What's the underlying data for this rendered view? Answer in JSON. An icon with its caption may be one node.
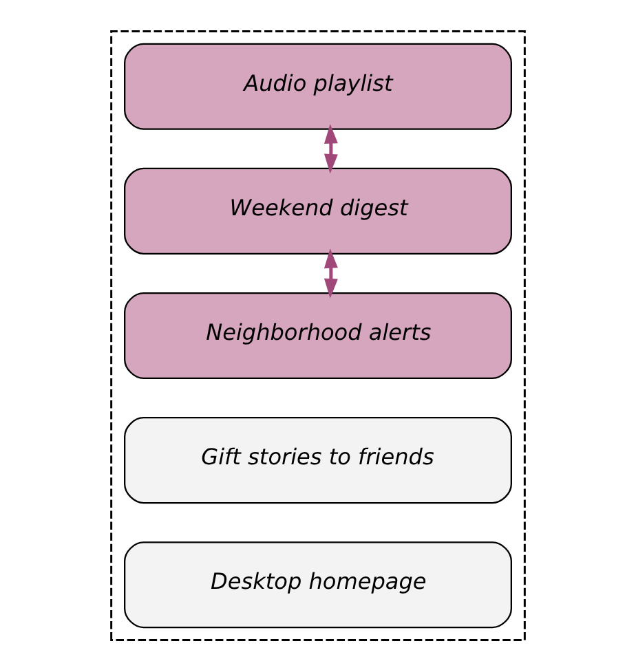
{
  "diagram": {
    "nodes": [
      {
        "text": [],
        "shape": "box"
      },
      {
        "text": [
          "Audio playlist"
        ],
        "in": 0
      },
      {
        "text": [
          "Weekend digest"
        ],
        "in": 0
      },
      {
        "text": [
          "Neighborhood alerts"
        ],
        "in": 0
      },
      {
        "text": [
          "Gift stories to friends"
        ],
        "in": 0
      },
      {
        "text": [
          "Desktop homepage"
        ],
        "in": 0
      }
    ],
    "edges": [
      {
        "from": 1,
        "to": 2,
        "arrow": "both"
      },
      {
        "from": 2,
        "to": 3,
        "arrow": "both"
      }
    ]
  }
}
